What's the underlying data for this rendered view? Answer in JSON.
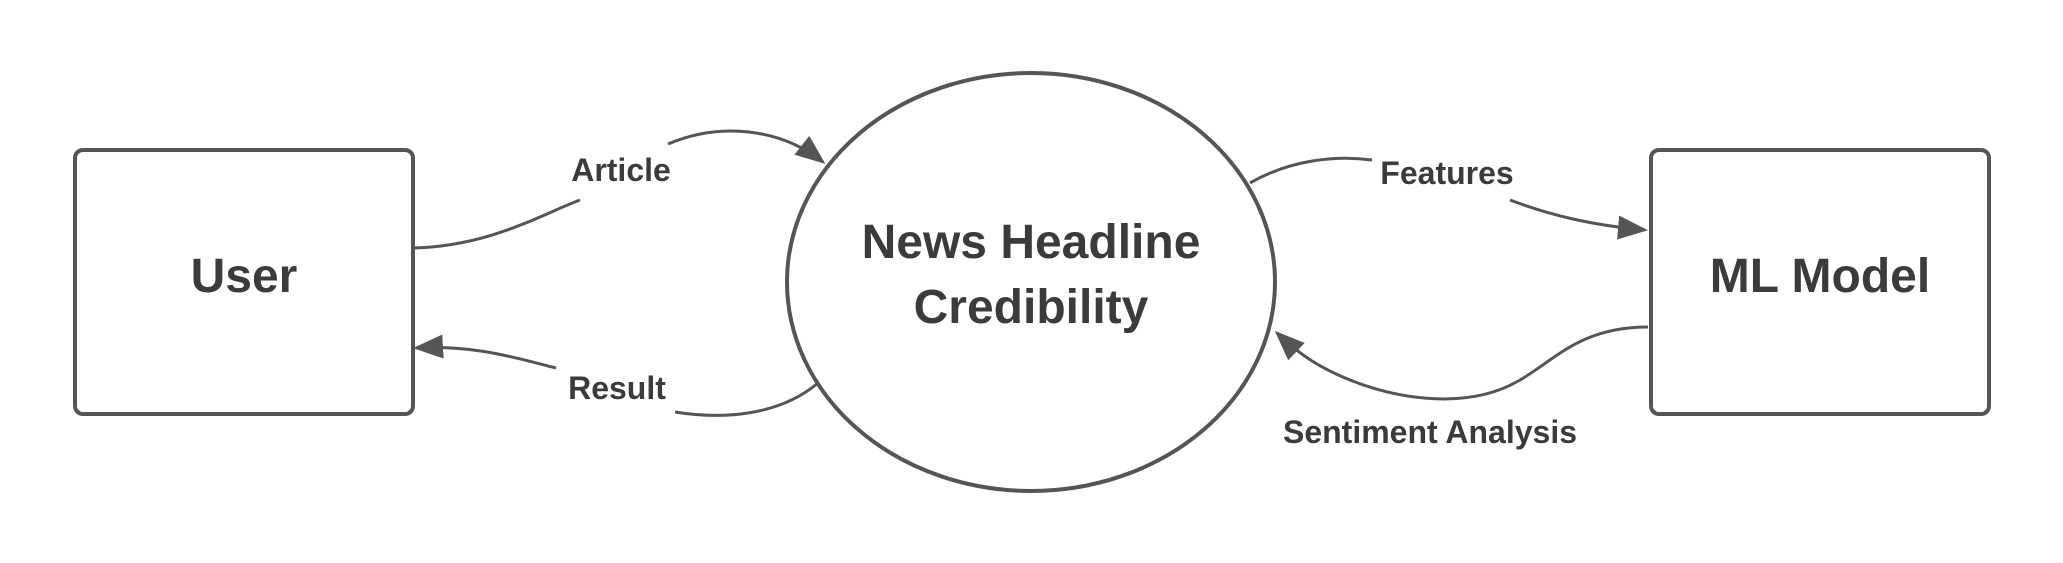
{
  "colors": {
    "stroke": "#555555",
    "text": "#3b3b3b",
    "background": "#ffffff"
  },
  "nodes": {
    "user": {
      "label": "User"
    },
    "process": {
      "line1": "News Headline",
      "line2": "Credibility"
    },
    "model": {
      "label": "ML Model"
    }
  },
  "edges": {
    "article": {
      "label": "Article",
      "from": "User",
      "to": "News Headline Credibility"
    },
    "result": {
      "label": "Result",
      "from": "News Headline Credibility",
      "to": "User"
    },
    "features": {
      "label": "Features",
      "from": "News Headline Credibility",
      "to": "ML Model"
    },
    "sentiment": {
      "label": "Sentiment Analysis",
      "from": "ML Model",
      "to": "News Headline Credibility"
    }
  }
}
